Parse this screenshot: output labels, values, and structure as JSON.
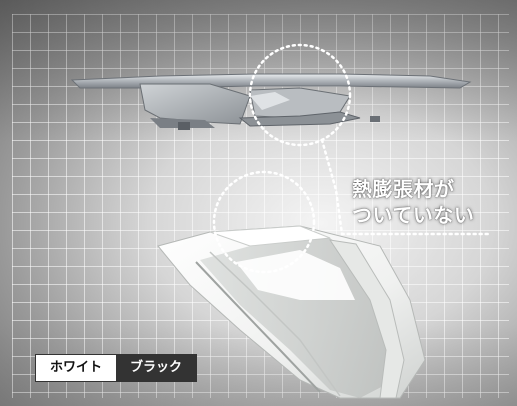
{
  "callout": {
    "line1": "熱膨張材が",
    "line2": "ついていない"
  },
  "toggle": {
    "options": [
      "ホワイト",
      "ブラック"
    ],
    "selected": "ホワイト"
  },
  "colors": {
    "toggle_active_bg": "#ffffff",
    "toggle_inactive_bg": "#333333",
    "callout_text": "#ffffff",
    "dotted_marker": "#ffffff"
  }
}
